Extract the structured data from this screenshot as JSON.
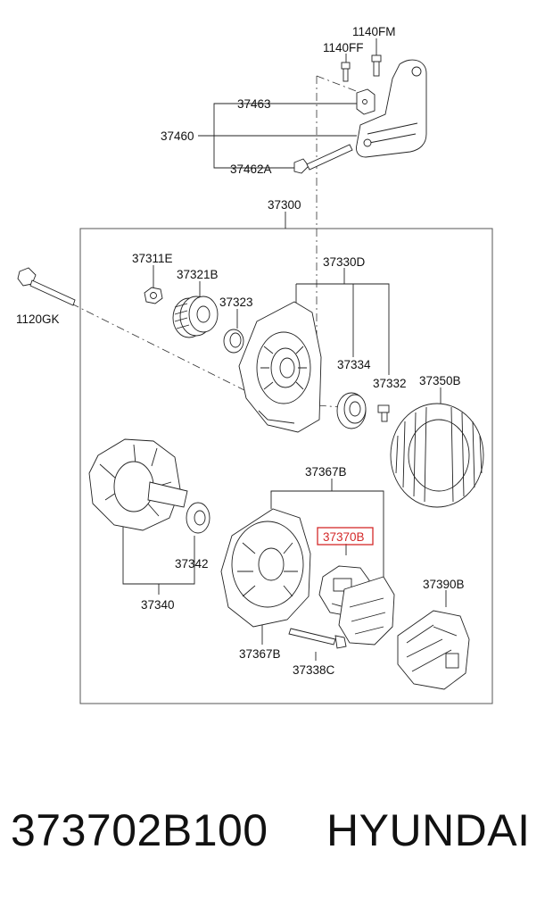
{
  "labels": {
    "l1140FM": "1140FM",
    "l1140FF": "1140FF",
    "l37463": "37463",
    "l37460": "37460",
    "l37462A": "37462A",
    "l37300": "37300",
    "l37311E": "37311E",
    "l37321B": "37321B",
    "l37323": "37323",
    "l37330D": "37330D",
    "l1120GK": "1120GK",
    "l37334": "37334",
    "l37332": "37332",
    "l37350B": "37350B",
    "l37367B_top": "37367B",
    "l37370B": "37370B",
    "l37342": "37342",
    "l37340": "37340",
    "l37390B": "37390B",
    "l37367B_bottom": "37367B",
    "l37338C": "37338C"
  },
  "caption": {
    "part_number": "373702B100",
    "brand": "HYUNDAI"
  },
  "colors": {
    "highlight": "#d42a2a",
    "line": "#222222"
  }
}
